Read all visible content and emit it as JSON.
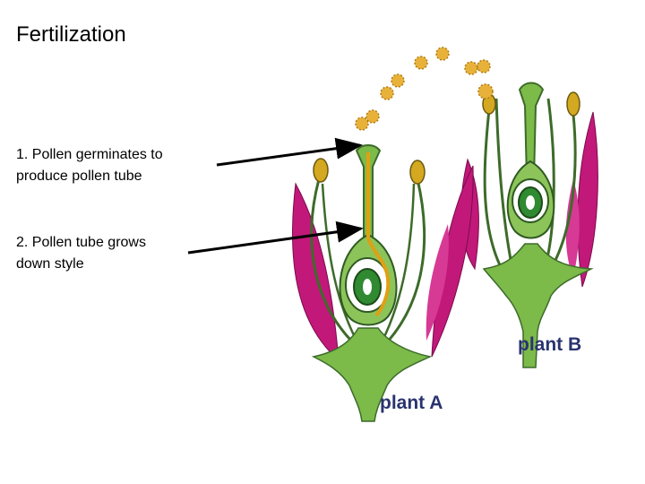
{
  "slide": {
    "title": "Fertilization"
  },
  "steps": [
    {
      "line1": "1. Pollen germinates to",
      "line2": "produce pollen tube"
    },
    {
      "line1": "2. Pollen tube grows",
      "line2": "down style"
    }
  ],
  "figure": {
    "label_a": "plant A",
    "label_b": "plant B"
  },
  "colors": {
    "petal": "#c2187a",
    "stem": "#6ea13a",
    "filament": "#3d6b2a",
    "ovary": "#2f8a32",
    "pollen_tube": "#e0a014",
    "pollen": "#e8b23a",
    "label": "#2a3370"
  }
}
